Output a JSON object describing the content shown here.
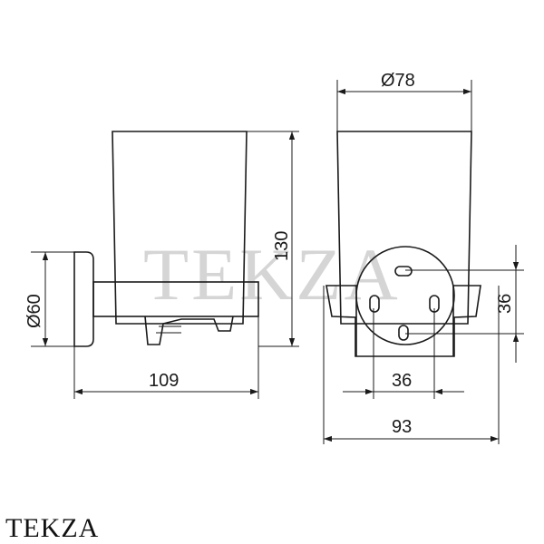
{
  "watermark": "TEKZA",
  "brand_logo": "TEKZA",
  "dimensions": {
    "side_depth": "109",
    "side_height": "130",
    "flange_diameter": "Ø60",
    "cup_diameter": "Ø78",
    "hole_spacing_horizontal": "36",
    "hole_spacing_vertical": "36",
    "overall_width": "93"
  }
}
